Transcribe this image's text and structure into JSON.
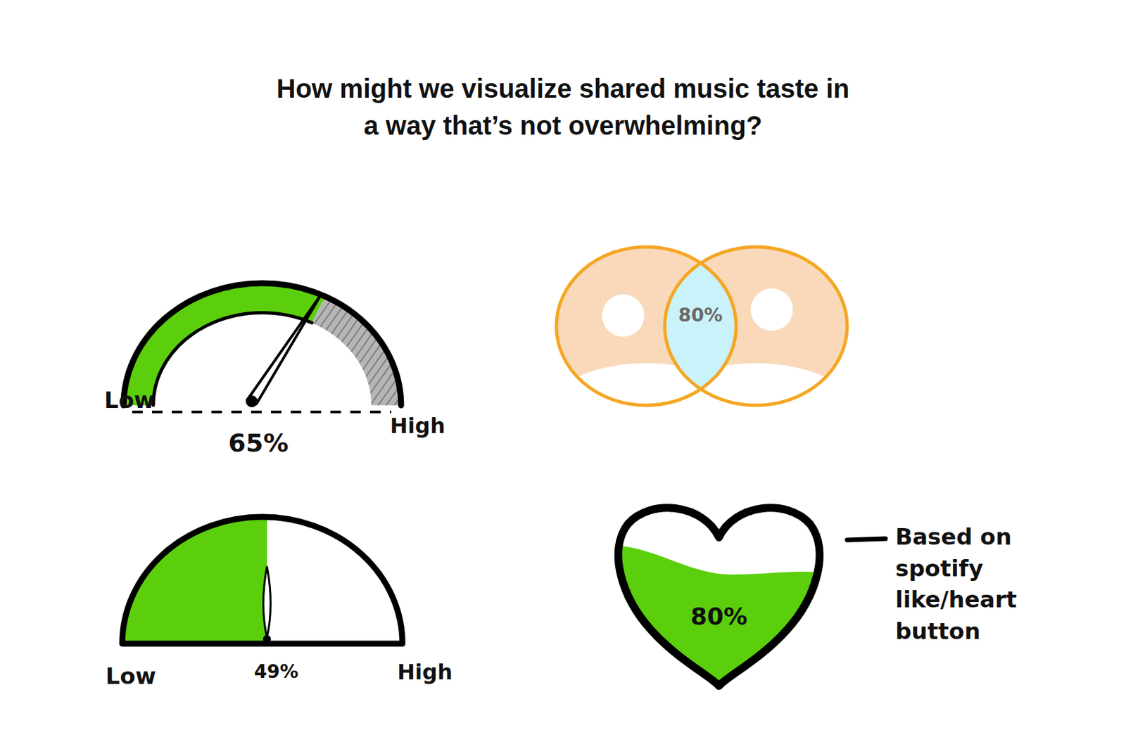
{
  "diagram": {
    "title": "How might we visualize shared music taste in a way that’s not overwhelming?",
    "nodes": [
      {
        "text": [
          "80%"
        ]
      },
      {
        "text": [
          "80%"
        ]
      }
    ],
    "labels": [
      "Low",
      "65%",
      "High",
      "Low",
      "49%",
      "High",
      "Based on spotify like/heart button"
    ]
  }
}
